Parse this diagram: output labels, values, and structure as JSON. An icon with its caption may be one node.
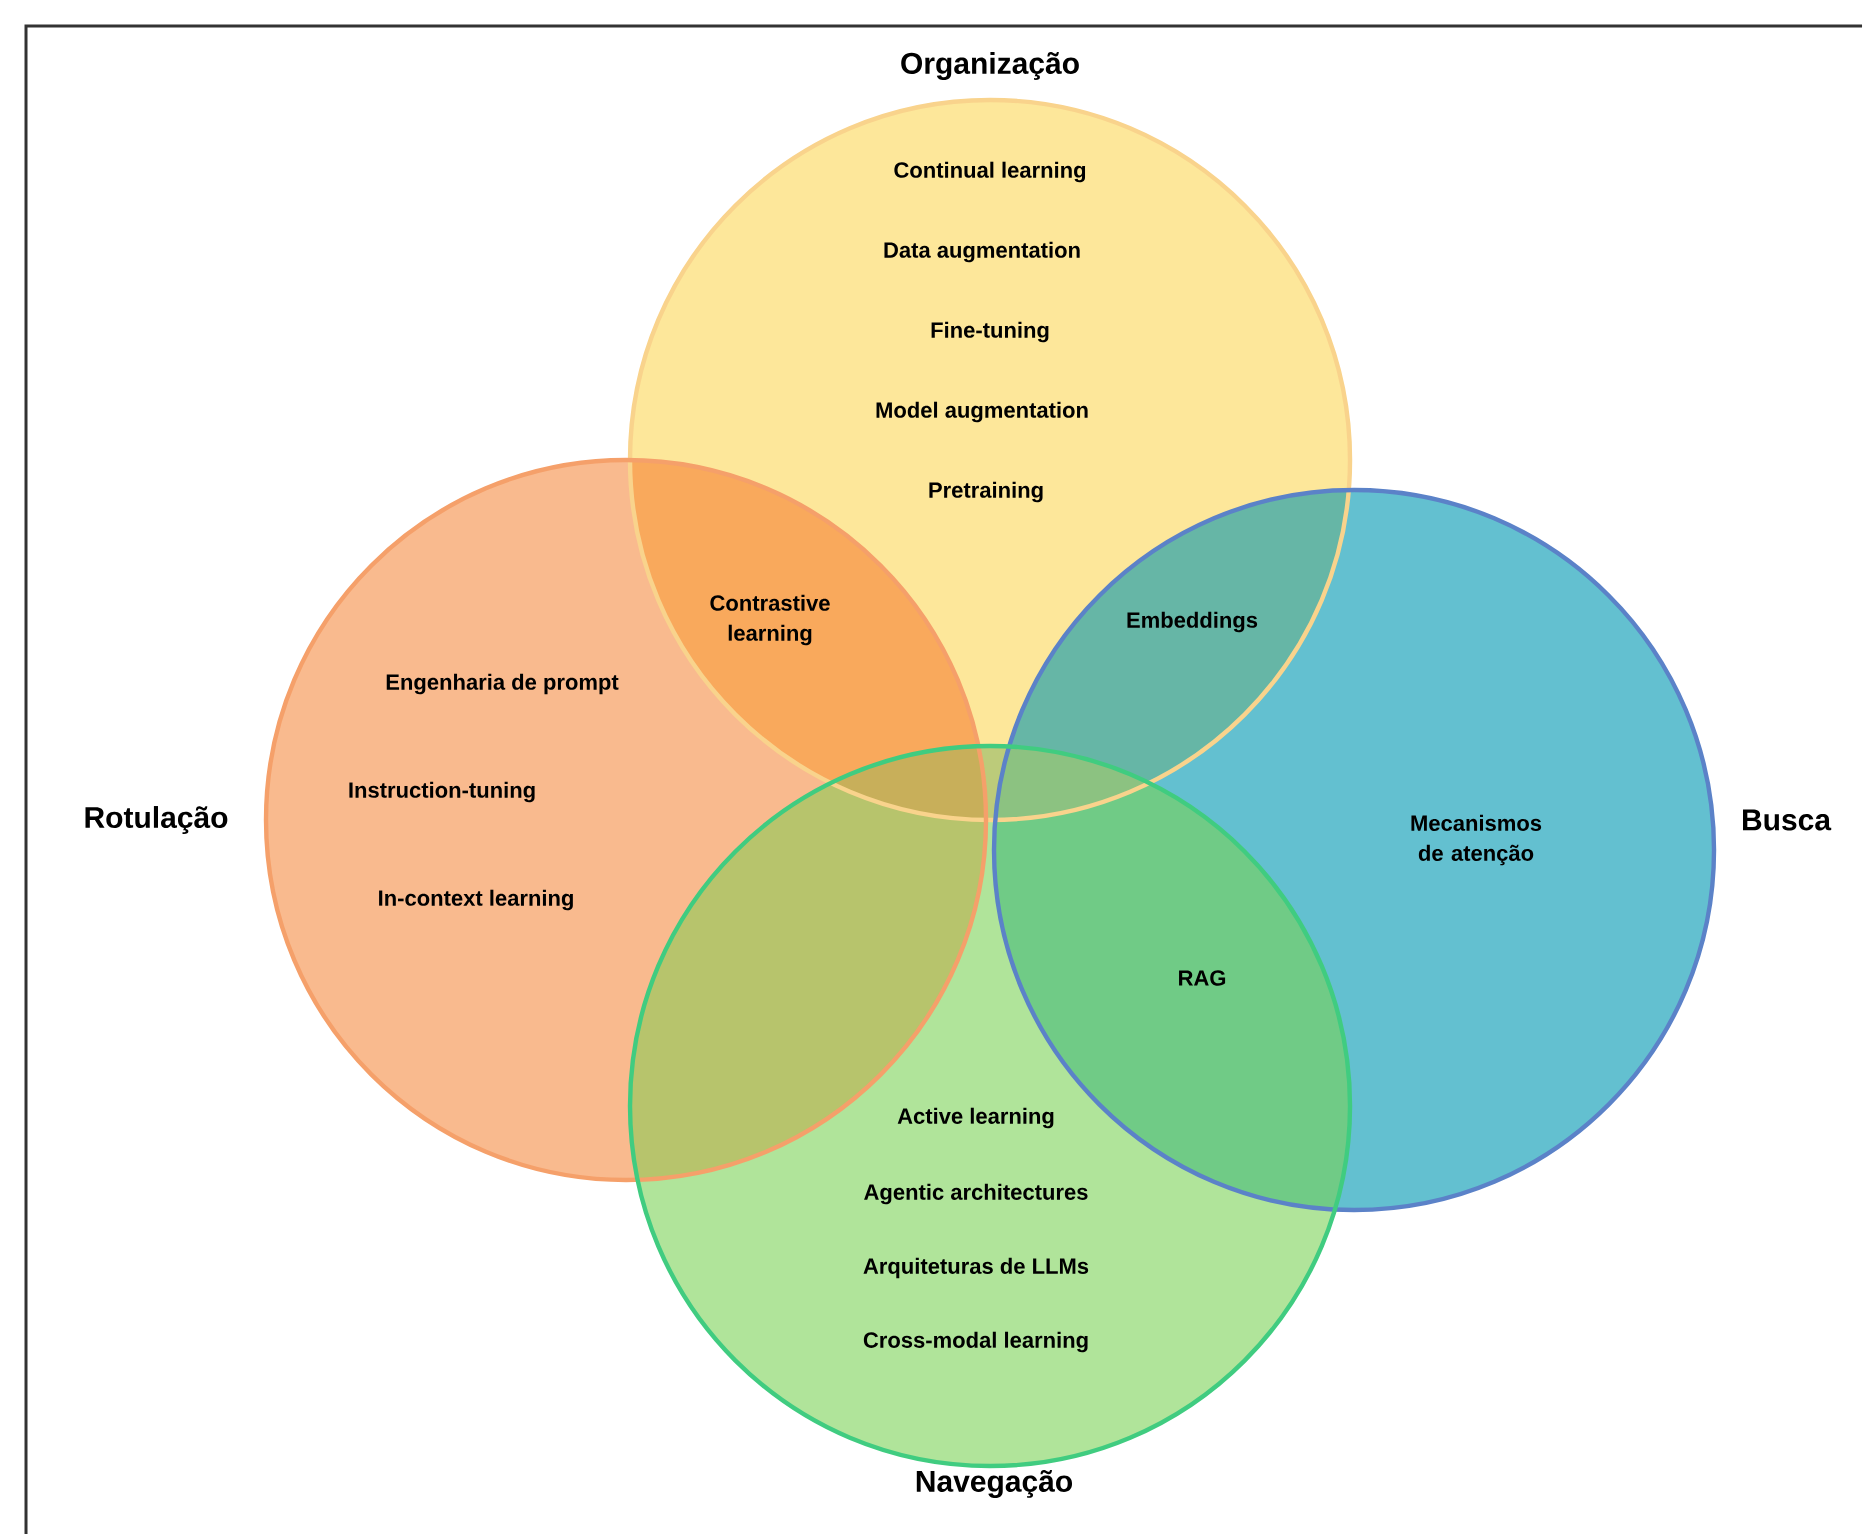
{
  "diagram": {
    "nodes": [
      {
        "text": [
          "Organização",
          "Continual learning",
          "Data augmentation",
          "Fine-tuning",
          "Model augmentation",
          "Pretraining"
        ]
      },
      {
        "text": [
          "Rotulação",
          "Engenharia de prompt",
          "Instruction-tuning",
          "In-context learning"
        ]
      },
      {
        "text": [
          "Mecanismos de atenção",
          "Busca"
        ]
      },
      {
        "text": [
          "Active learning",
          "Agentic architectures",
          "Arquiteturas de LLMs",
          "Cross-modal learning",
          "Navegação"
        ]
      }
    ],
    "edges": [],
    "labels": [
      "Contrastive learning",
      "Embeddings",
      "RAG"
    ]
  }
}
